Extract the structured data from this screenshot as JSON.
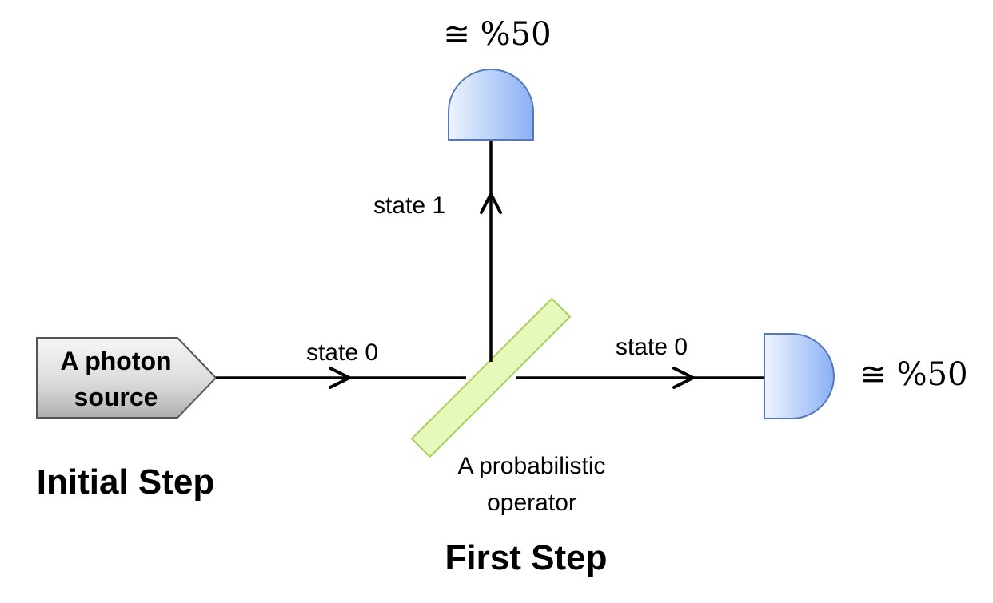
{
  "source": {
    "line1": "A photon",
    "line2": "source"
  },
  "beams": {
    "incoming_label": "state 0",
    "transmitted_label": "state 0",
    "reflected_label": "state 1"
  },
  "operator": {
    "line1": "A probabilistic",
    "line2": "operator"
  },
  "detectors": {
    "top_probability": "≅ %50",
    "right_probability": "≅ %50"
  },
  "steps": {
    "initial": "Initial Step",
    "first": "First Step"
  },
  "colors": {
    "detector_light": "#eef3fd",
    "detector_dark": "#8fb2f4",
    "detector_stroke": "#5577bb",
    "operator_fill": "#e6f7b8",
    "operator_stroke": "#a8d060",
    "source_light": "#f2f2f2",
    "source_dark": "#b8b8b8"
  }
}
